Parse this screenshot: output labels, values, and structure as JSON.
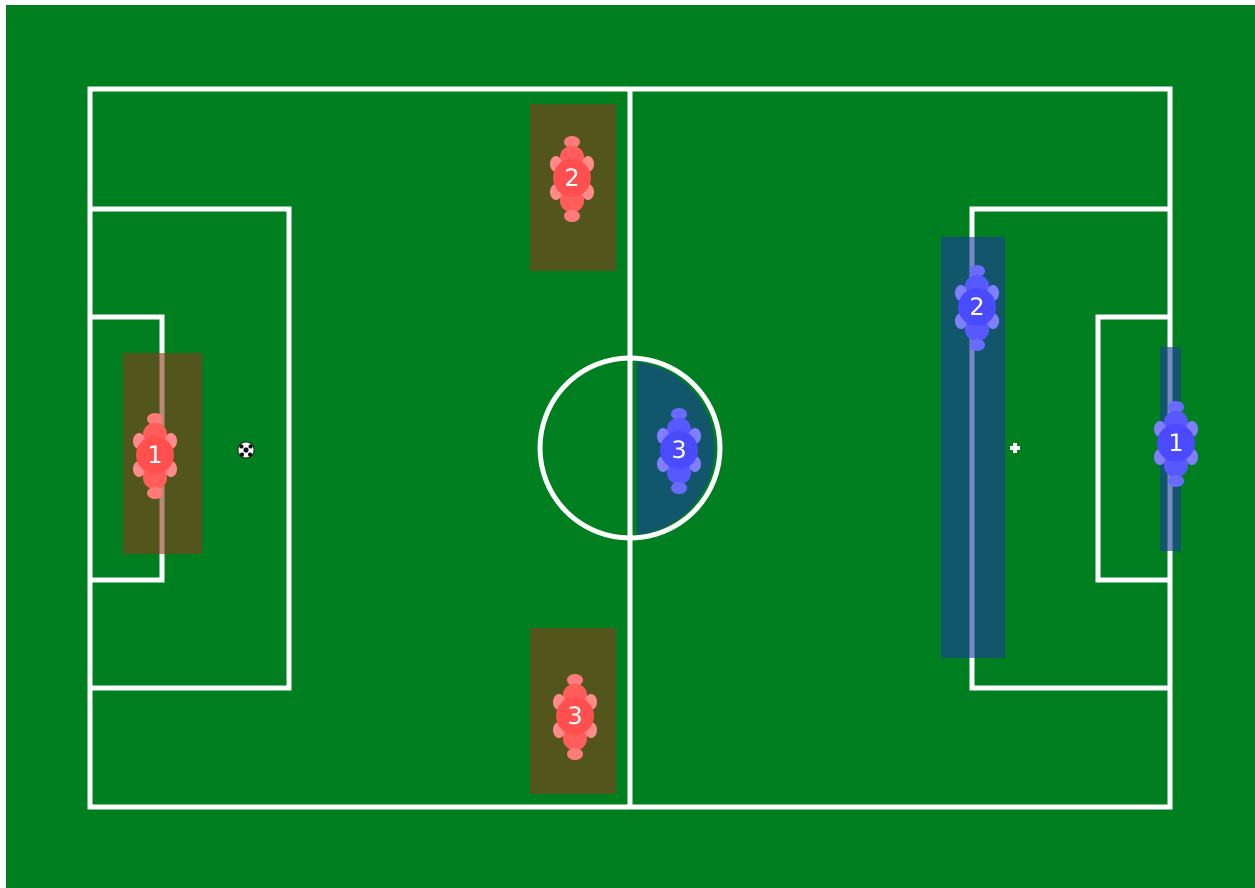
{
  "colors": {
    "grass": "#007f20",
    "lines": "#ffffff",
    "red_team": "#ff4d4d",
    "red_team_light": "#ff8080",
    "red_zone": "#7a3a2a",
    "blue_team": "#4d4dff",
    "blue_team_light": "#8080ff",
    "blue_zone": "#1e3a8a"
  },
  "teams": {
    "red": {
      "players": [
        {
          "number": "1"
        },
        {
          "number": "2"
        },
        {
          "number": "3"
        }
      ]
    },
    "blue": {
      "players": [
        {
          "number": "1"
        },
        {
          "number": "2"
        },
        {
          "number": "3"
        }
      ]
    }
  },
  "ball": {
    "icon": "soccer-ball-icon"
  }
}
